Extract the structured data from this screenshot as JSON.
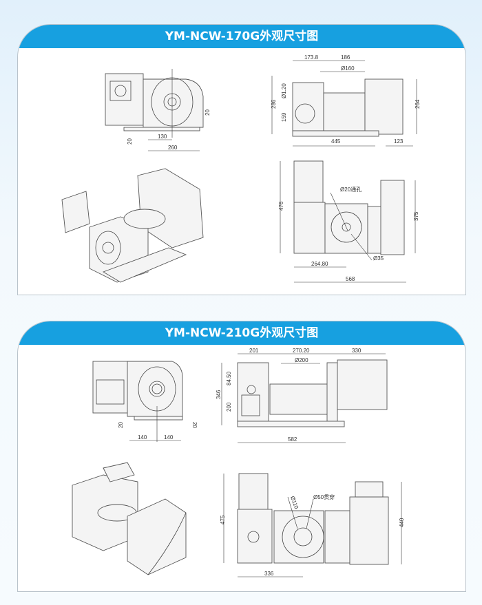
{
  "sections": [
    {
      "title": "YM-NCW-170G外观尺寸图",
      "front": {
        "dims": [
          "20",
          "130",
          "260",
          "20"
        ]
      },
      "side": {
        "dims": [
          "173.8",
          "186",
          "Ø160",
          "286",
          "Ø1.20",
          "159",
          "264",
          "445",
          "123"
        ]
      },
      "top": {
        "dims": [
          "476",
          "Ø20通孔",
          "375",
          "Ø35",
          "264.80",
          "568"
        ]
      }
    },
    {
      "title": "YM-NCW-210G外观尺寸图",
      "front": {
        "dims": [
          "20",
          "140",
          "140",
          "20"
        ]
      },
      "side": {
        "dims": [
          "201",
          "270.20",
          "330",
          "Ø200",
          "346",
          "84.50",
          "200",
          "582"
        ]
      },
      "top": {
        "dims": [
          "475",
          "Ø110",
          "Ø50贯穿",
          "440",
          "336"
        ]
      }
    }
  ],
  "colors": {
    "banner": "#17a0e0",
    "background": "#e1f0fb"
  }
}
